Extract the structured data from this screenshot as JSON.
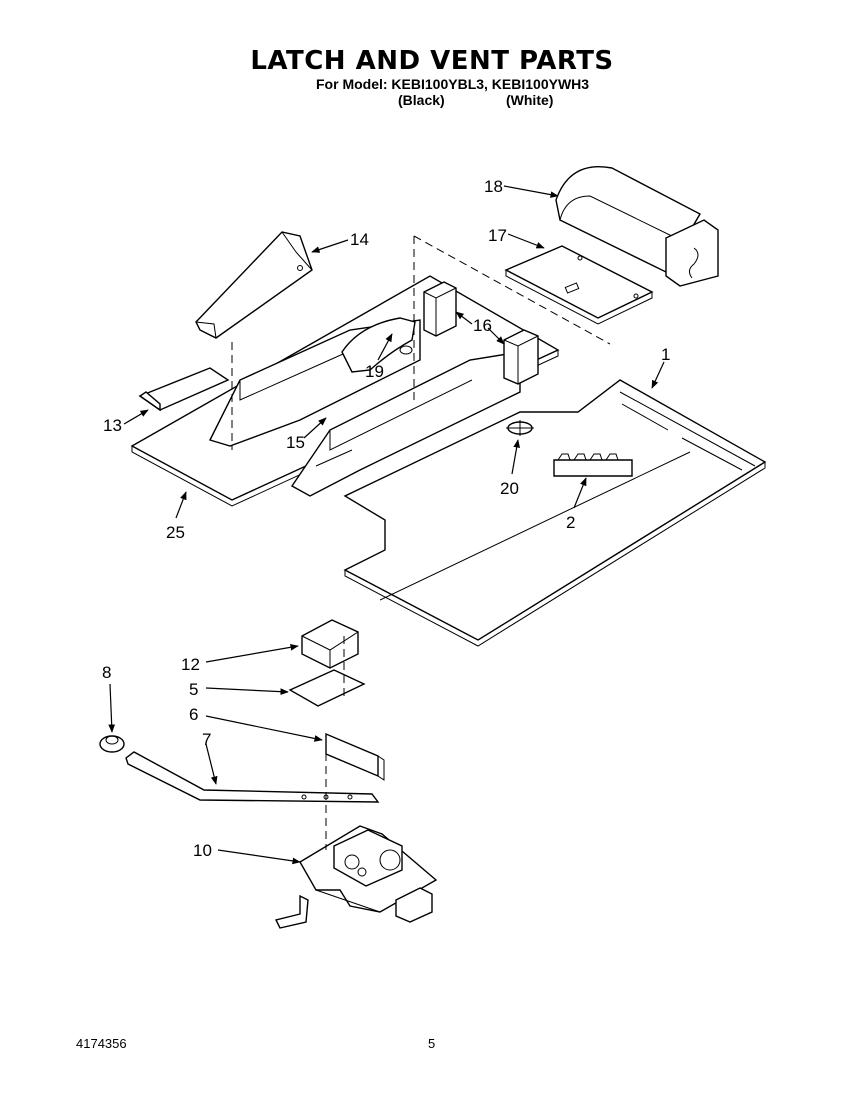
{
  "header": {
    "title": "LATCH AND VENT PARTS",
    "models": "For Model: KEBI100YBL3, KEBI100YWH3",
    "color_black": "(Black)",
    "color_white": "(White)"
  },
  "callouts": {
    "p1": "1",
    "p2": "2",
    "p5": "5",
    "p6": "6",
    "p7": "7",
    "p8": "8",
    "p10": "10",
    "p12": "12",
    "p13": "13",
    "p14": "14",
    "p15": "15",
    "p16": "16",
    "p17": "17",
    "p18": "18",
    "p19": "19",
    "p20": "20",
    "p25": "25"
  },
  "footer": {
    "doc_number": "4174356",
    "page_number": "5"
  }
}
